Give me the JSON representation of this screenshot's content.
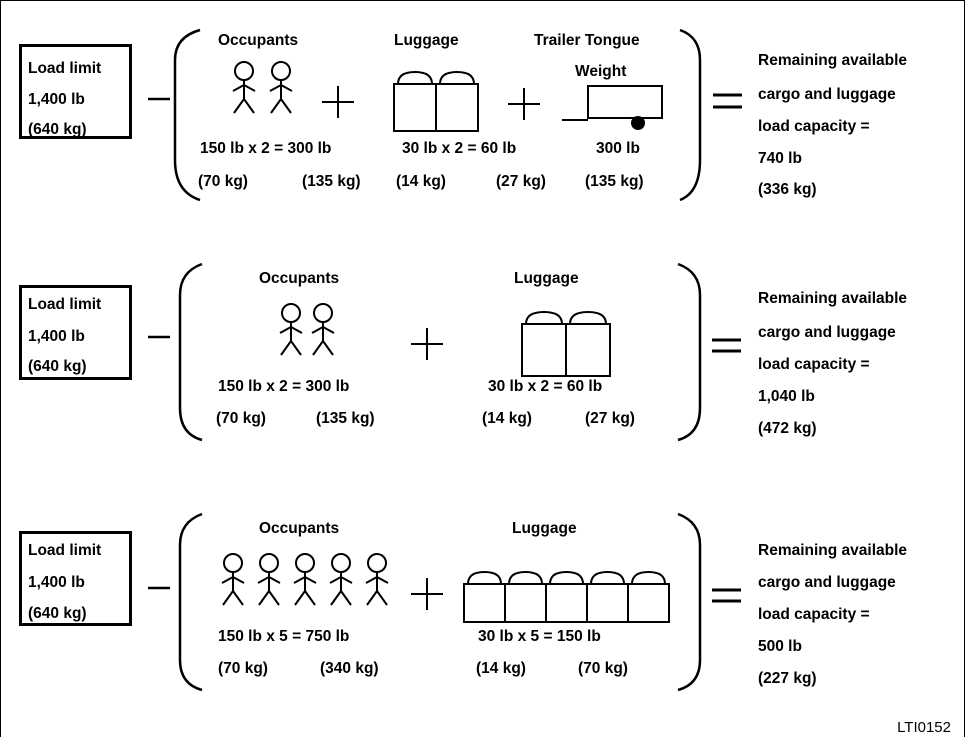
{
  "panels": [
    {
      "load_limit": {
        "title": "Load limit",
        "lb": "1,400 lb",
        "kg": "(640 kg)"
      },
      "occupants": {
        "label": "Occupants",
        "formula": "150 lb x 2 = 300 lb",
        "unit_kg": "(70 kg)",
        "total_kg": "(135 kg)",
        "count": 2
      },
      "luggage": {
        "label": "Luggage",
        "formula": "30 lb x 2 = 60 lb",
        "unit_kg": "(14 kg)",
        "total_kg": "(27 kg)",
        "count": 2
      },
      "trailer": {
        "label_line1": "Trailer Tongue",
        "label_line2": "Weight",
        "lb": "300 lb",
        "kg": "(135 kg)"
      },
      "result": {
        "line1": "Remaining available",
        "line2": "cargo and luggage",
        "line3": "load capacity =",
        "lb": "740 lb",
        "kg": "(336 kg)"
      }
    },
    {
      "load_limit": {
        "title": "Load limit",
        "lb": "1,400 lb",
        "kg": "(640 kg)"
      },
      "occupants": {
        "label": "Occupants",
        "formula": "150 lb x 2 = 300 lb",
        "unit_kg": "(70 kg)",
        "total_kg": "(135 kg)",
        "count": 2
      },
      "luggage": {
        "label": "Luggage",
        "formula": "30 lb x 2 = 60 lb",
        "unit_kg": "(14 kg)",
        "total_kg": "(27 kg)",
        "count": 2
      },
      "result": {
        "line1": "Remaining available",
        "line2": "cargo and luggage",
        "line3": "load capacity =",
        "lb": "1,040 lb",
        "kg": "(472 kg)"
      }
    },
    {
      "load_limit": {
        "title": "Load limit",
        "lb": "1,400 lb",
        "kg": "(640 kg)"
      },
      "occupants": {
        "label": "Occupants",
        "formula": "150 lb x 5 = 750 lb",
        "unit_kg": "(70 kg)",
        "total_kg": "(340 kg)",
        "count": 5
      },
      "luggage": {
        "label": "Luggage",
        "formula": "30 lb x 5 = 150 lb",
        "unit_kg": "(14 kg)",
        "total_kg": "(70 kg)",
        "count": 5
      },
      "result": {
        "line1": "Remaining available",
        "line2": "cargo and luggage",
        "line3": "load capacity =",
        "lb": "500 lb",
        "kg": "(227 kg)"
      }
    }
  ],
  "figure_code": "LTI0152"
}
